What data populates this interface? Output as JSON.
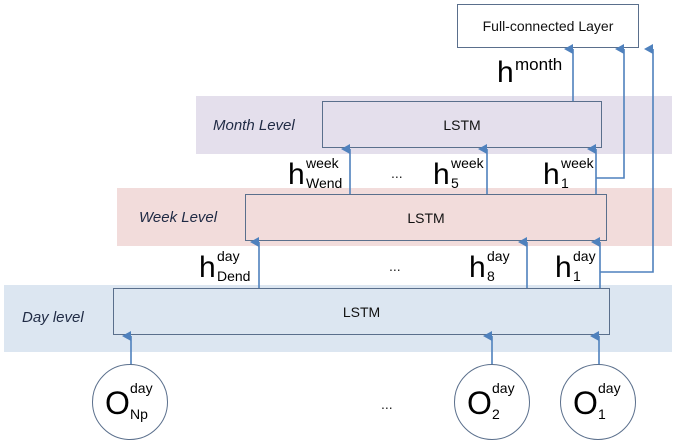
{
  "fc_layer": {
    "label": "Full-connected Layer"
  },
  "month": {
    "band_label": "Month Level",
    "lstm_label": "LSTM",
    "output": {
      "base": "h",
      "sup": "month"
    }
  },
  "week": {
    "band_label": "Week Level",
    "lstm_label": "LSTM",
    "outputs": [
      {
        "base": "h",
        "sup": "week",
        "sub": "Wend"
      },
      {
        "base": "h",
        "sup": "week",
        "sub": "5"
      },
      {
        "base": "h",
        "sup": "week",
        "sub": "1"
      }
    ],
    "ellipsis": "..."
  },
  "day": {
    "band_label": "Day level",
    "lstm_label": "LSTM",
    "outputs": [
      {
        "base": "h",
        "sup": "day",
        "sub": "Dend"
      },
      {
        "base": "h",
        "sup": "day",
        "sub": "8"
      },
      {
        "base": "h",
        "sup": "day",
        "sub": "1"
      }
    ],
    "ellipsis": "..."
  },
  "inputs": {
    "nodes": [
      {
        "base": "O",
        "sup": "day",
        "sub": "Np"
      },
      {
        "base": "O",
        "sup": "day",
        "sub": "2"
      },
      {
        "base": "O",
        "sup": "day",
        "sub": "1"
      }
    ],
    "ellipsis": "..."
  },
  "colors": {
    "month_band": "#e4dfec",
    "week_band": "#f2dcdb",
    "day_band": "#dce6f1",
    "arrow": "#4f81bd",
    "box_border": "#5a6f8c"
  }
}
